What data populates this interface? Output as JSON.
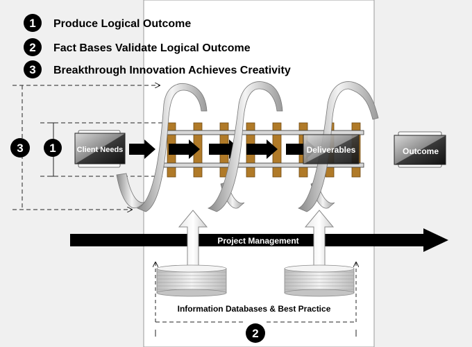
{
  "legend": [
    {
      "number": "1",
      "text": "Produce Logical Outcome"
    },
    {
      "number": "2",
      "text": "Fact Bases Validate Logical Outcome"
    },
    {
      "number": "3",
      "text": "Breakthrough Innovation Achieves Creativity"
    }
  ],
  "labels": {
    "client_needs": "Client Needs",
    "deliverables": "Deliverables",
    "outcome": "Outcome",
    "project_management": "Project Management",
    "databases": "Information Databases & Best Practice"
  },
  "markers": {
    "outer": "3",
    "inner": "1",
    "bottom": "2"
  },
  "colors": {
    "background": "#f0f0f0",
    "panel": "#ffffff",
    "black": "#000000",
    "tie": "#b07a28",
    "spring": "#b8b8b8"
  }
}
